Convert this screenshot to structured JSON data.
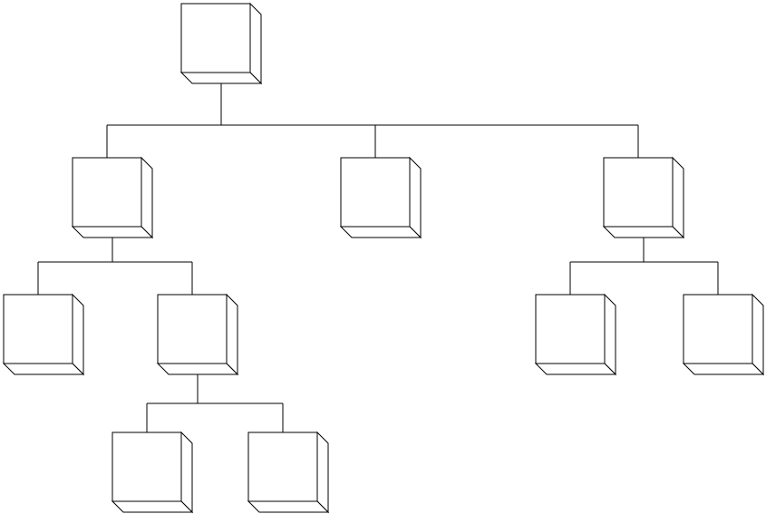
{
  "diagram": {
    "type": "tree",
    "node_style": "3d-box",
    "colors": {
      "background": "#ffffff",
      "stroke": "#000000",
      "fill": "#ffffff"
    },
    "nodes": [
      {
        "id": "root",
        "label": ""
      },
      {
        "id": "n1",
        "label": ""
      },
      {
        "id": "n2",
        "label": ""
      },
      {
        "id": "n3",
        "label": ""
      },
      {
        "id": "n1a",
        "label": ""
      },
      {
        "id": "n1b",
        "label": ""
      },
      {
        "id": "n1b1",
        "label": ""
      },
      {
        "id": "n1b2",
        "label": ""
      },
      {
        "id": "n3a",
        "label": ""
      },
      {
        "id": "n3b",
        "label": ""
      }
    ],
    "edges": [
      {
        "from": "root",
        "to": "n1"
      },
      {
        "from": "root",
        "to": "n2"
      },
      {
        "from": "root",
        "to": "n3"
      },
      {
        "from": "n1",
        "to": "n1a"
      },
      {
        "from": "n1",
        "to": "n1b"
      },
      {
        "from": "n1b",
        "to": "n1b1"
      },
      {
        "from": "n1b",
        "to": "n1b2"
      },
      {
        "from": "n3",
        "to": "n3a"
      },
      {
        "from": "n3",
        "to": "n3b"
      }
    ]
  }
}
